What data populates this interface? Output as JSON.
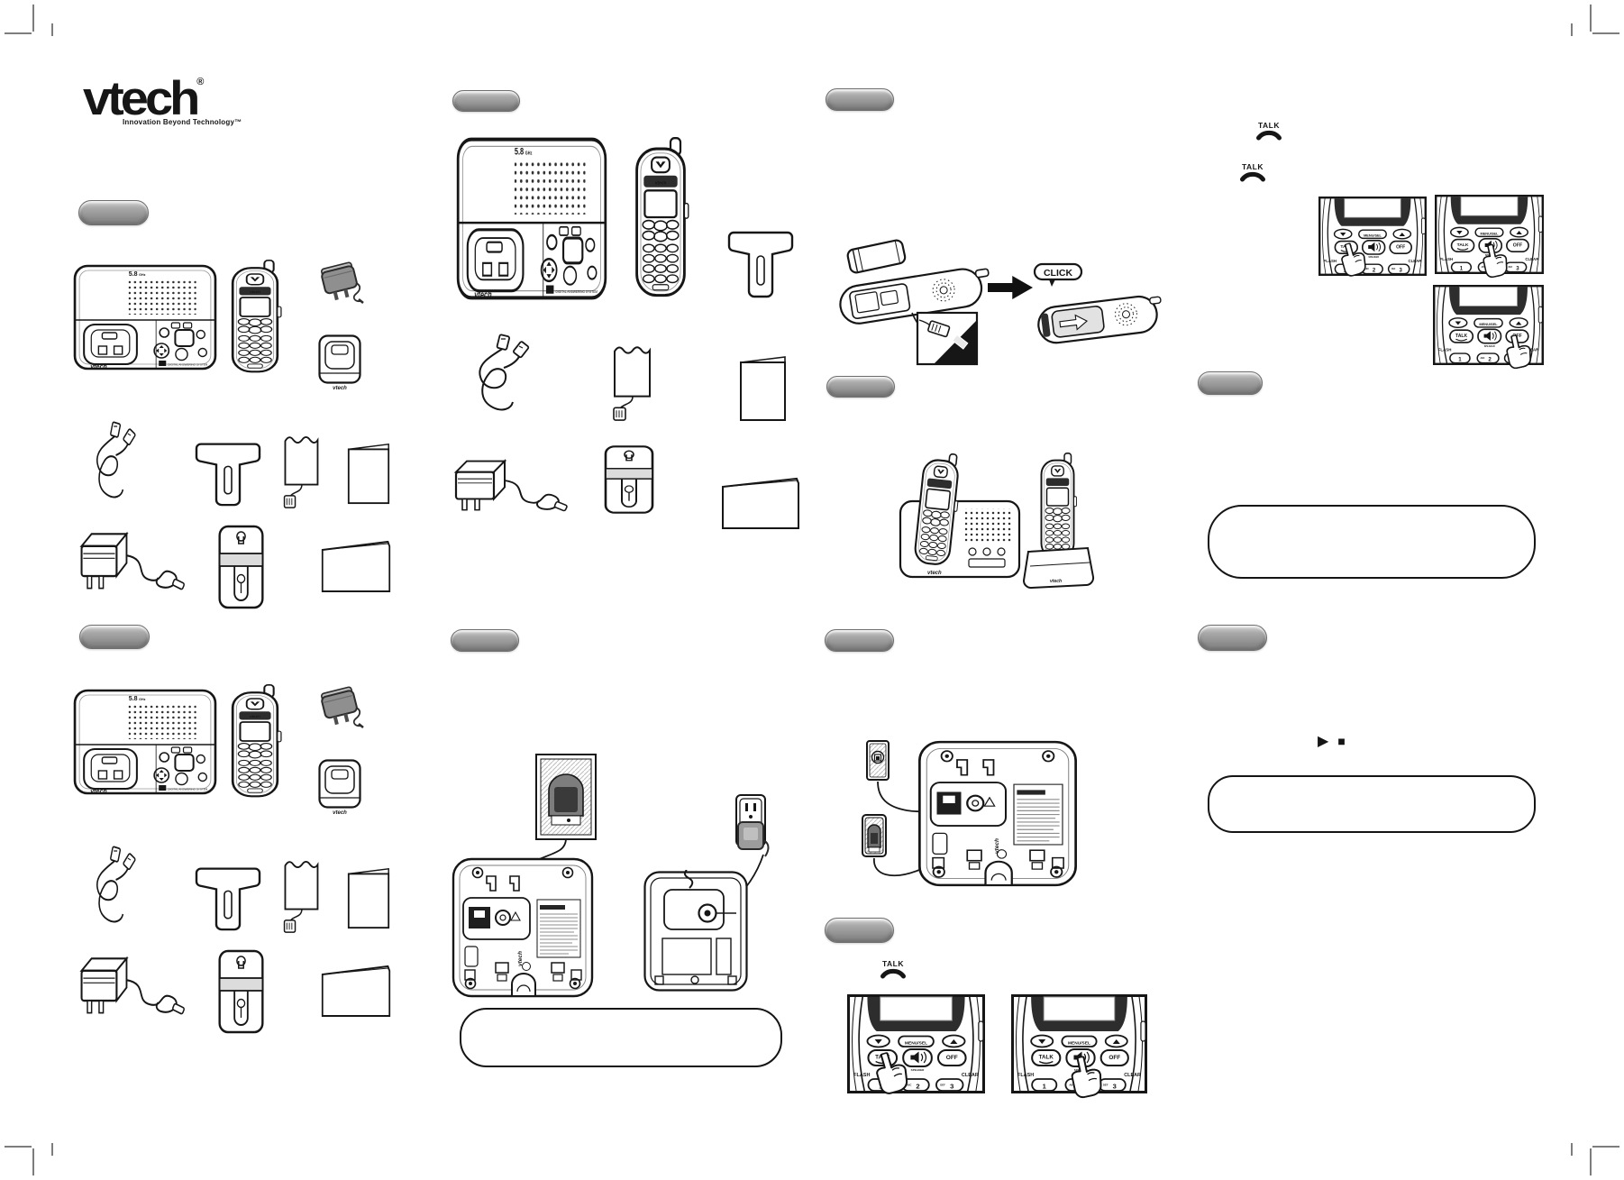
{
  "page": {
    "kind": "scanned telephone quick start guide sheet"
  },
  "logo": {
    "wordmark": "vtech",
    "registered": "®",
    "tagline": "Innovation Beyond Technology™"
  },
  "device": {
    "band": "5.8",
    "band_unit": "GHz",
    "brand": "vtech",
    "answering_label": "DIGITAL ANSWERING SYSTEM"
  },
  "battery_install": {
    "click_inset": "\"CLICK\"",
    "click_bubble": "CLICK"
  },
  "keys": {
    "menu": "MENU/SEL",
    "talk": "TALK",
    "speaker": "SPEAKER",
    "off": "OFF",
    "flash": "FLASH",
    "clear": "CLEAR",
    "key_1": "1",
    "key_2": "2",
    "key_2_letters": "ABC",
    "key_3": "3",
    "key_3_letters": "DEF"
  },
  "talk_indicator": "TALK",
  "icons": {
    "play": "▶",
    "stop": "■"
  },
  "colors": {
    "ink": "#161616",
    "badge_gray": "#979797",
    "lcd_dark": "#2d2d2d",
    "adapter_gray": "#8f8f8f"
  }
}
